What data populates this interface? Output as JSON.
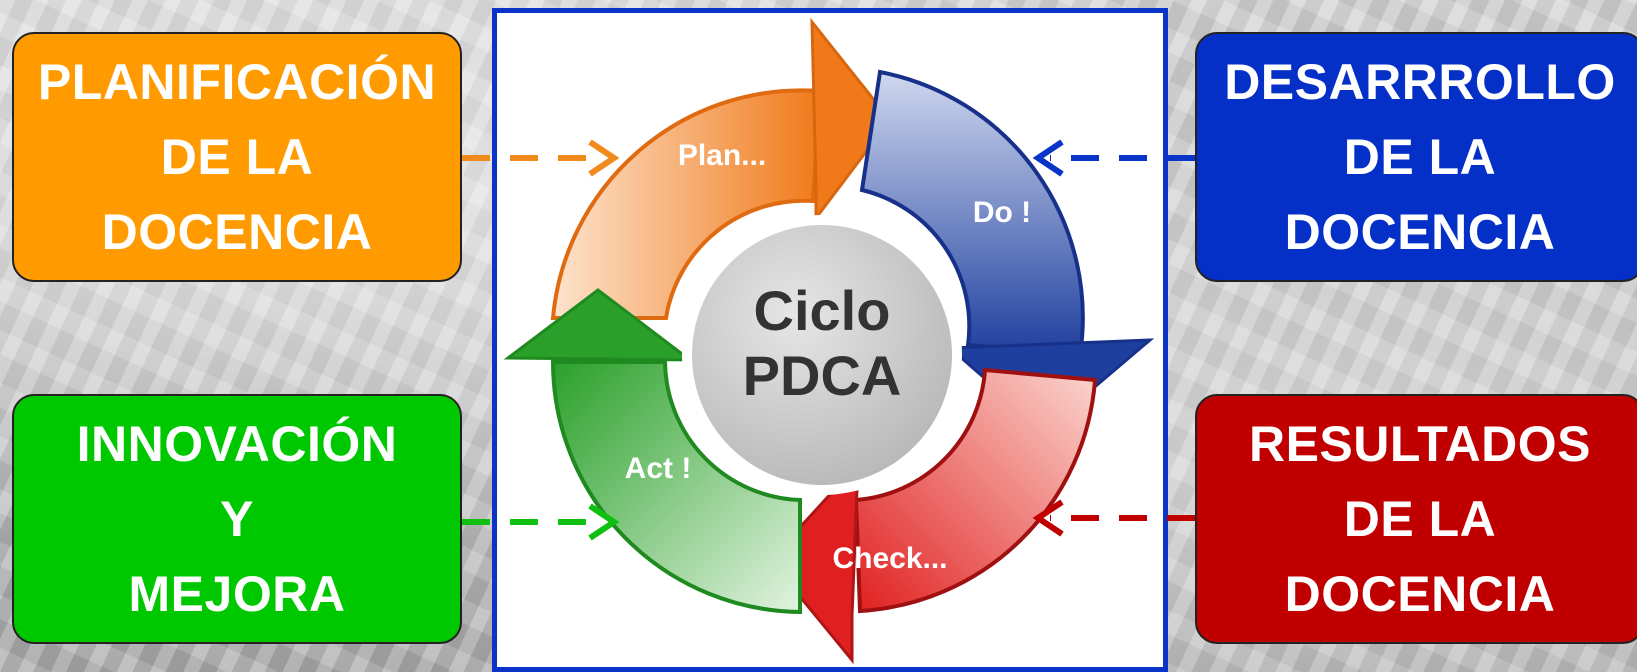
{
  "boxes": {
    "planificacion": {
      "lines": [
        "PLANIFICACIÓN",
        "DE LA",
        "DOCENCIA"
      ],
      "color": "#ff9a00"
    },
    "desarrollo": {
      "lines": [
        "DESARRROLLO",
        "DE LA",
        "DOCENCIA"
      ],
      "color": "#0530c8"
    },
    "innovacion": {
      "lines": [
        "INNOVACIÓN",
        "Y",
        "MEJORA"
      ],
      "color": "#00c800"
    },
    "resultados": {
      "lines": [
        "RESULTADOS",
        "DE LA",
        "DOCENCIA"
      ],
      "color": "#c00000"
    }
  },
  "cycle": {
    "center_lines": [
      "Ciclo",
      "PDCA"
    ],
    "plan": "Plan...",
    "do": "Do !",
    "check": "Check...",
    "act": "Act !"
  },
  "colors": {
    "plan": "#f07a1a",
    "do": "#1f3f9e",
    "check": "#e02020",
    "act": "#2aa02a",
    "panel_border": "#0a34c8"
  }
}
